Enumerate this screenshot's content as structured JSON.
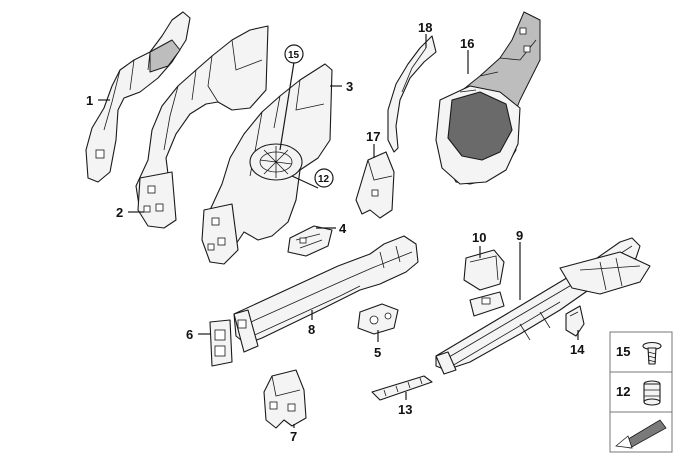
{
  "callouts": {
    "c1": "1",
    "c2": "2",
    "c3": "3",
    "c4": "4",
    "c5": "5",
    "c6": "6",
    "c7": "7",
    "c8": "8",
    "c9": "9",
    "c10": "10",
    "c12": "12",
    "c13": "13",
    "c14": "14",
    "c15": "15",
    "c16": "16",
    "c17": "17",
    "c18": "18"
  },
  "legend": {
    "item_15": "15",
    "item_12": "12"
  },
  "colors": {
    "line": "#1a1a1a",
    "part_fill": "#f4f4f4",
    "part_dark": "#6a6a6a",
    "legend_border": "#777777",
    "arrow_fill": "#7a7a7a"
  }
}
